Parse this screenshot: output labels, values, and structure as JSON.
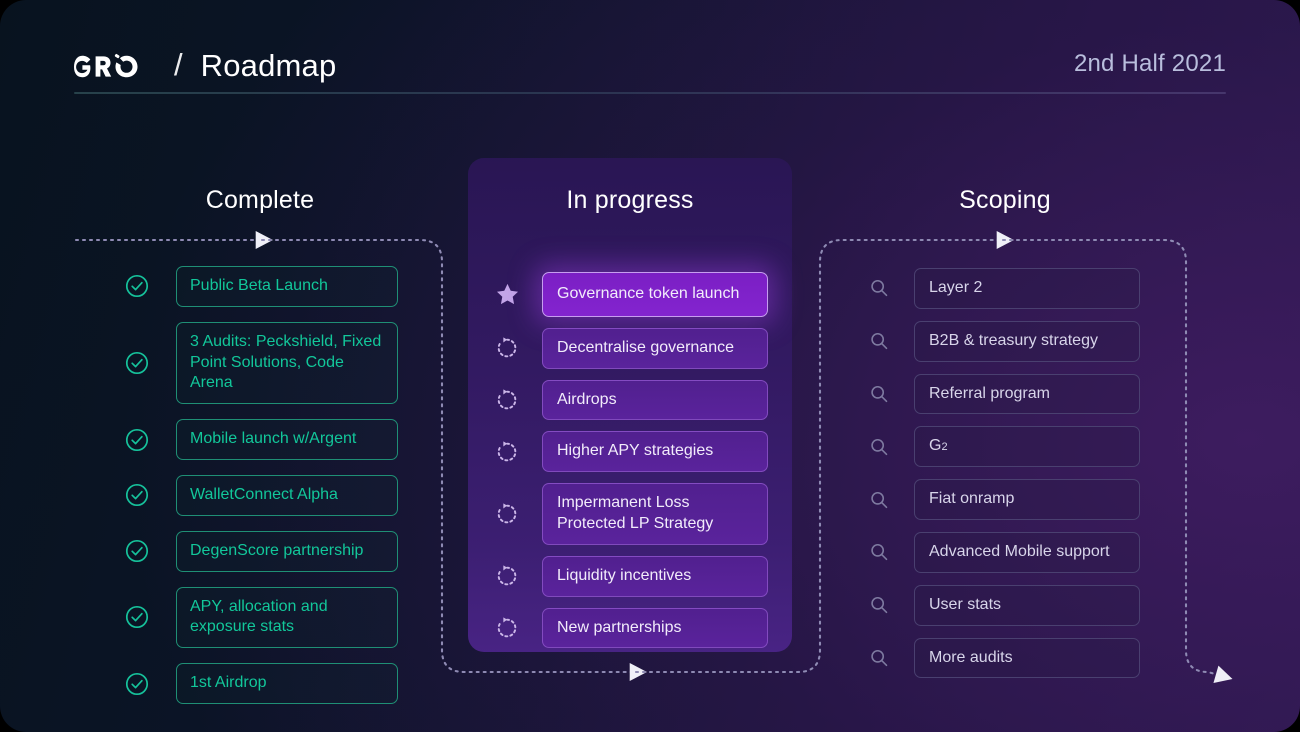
{
  "header": {
    "logo_text": "GRO",
    "logo_icon": "gro-logo",
    "separator": "/",
    "title": "Roadmap",
    "period": "2nd Half 2021"
  },
  "columns": {
    "complete": {
      "title": "Complete",
      "icon": "check-circle-icon",
      "accent": "#12c79a",
      "items": [
        "Public Beta Launch",
        "3 Audits: Peckshield, Fixed Point Solutions, Code Arena",
        "Mobile launch w/Argent",
        "WalletConnect Alpha",
        "DegenScore partnership",
        "APY, allocation and exposure stats",
        "1st Airdrop"
      ]
    },
    "in_progress": {
      "title": "In progress",
      "icon": "rotate-ccw-icon",
      "featured_icon": "star-icon",
      "accent": "#8324cf",
      "items": [
        {
          "label": "Governance token launch",
          "featured": true
        },
        {
          "label": "Decentralise governance",
          "featured": false
        },
        {
          "label": "Airdrops",
          "featured": false
        },
        {
          "label": "Higher APY strategies",
          "featured": false
        },
        {
          "label": "Impermanent Loss Protected LP Strategy",
          "featured": false
        },
        {
          "label": "Liquidity incentives",
          "featured": false
        },
        {
          "label": "New partnerships",
          "featured": false
        }
      ]
    },
    "scoping": {
      "title": "Scoping",
      "icon": "search-icon",
      "accent": "#d8d5ea",
      "items": [
        "Layer 2",
        "B2B & treasury strategy",
        "Referral program",
        "G²",
        "Fiat onramp",
        "Advanced Mobile support",
        "User stats",
        "More audits"
      ]
    }
  },
  "connectors": {
    "arrow_icon": "arrow-right-marker",
    "style": "dotted-bracket",
    "color": "#9a96c0"
  }
}
